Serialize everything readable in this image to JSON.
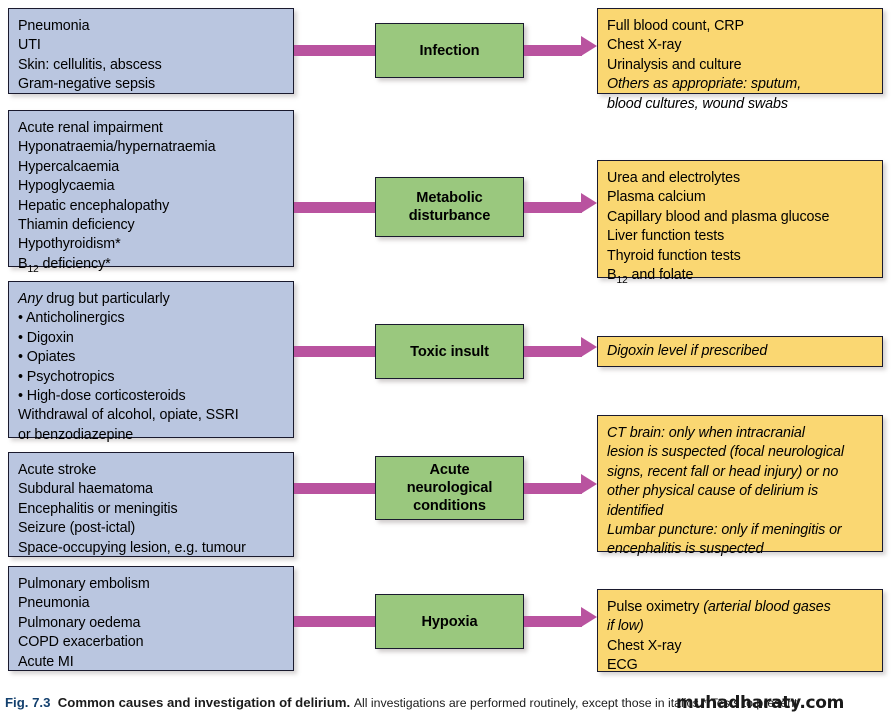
{
  "figure": {
    "rows": [
      {
        "id": "infection",
        "category": "Infection",
        "category_lines": [
          "Infection"
        ],
        "causes": [
          {
            "text": "Pneumonia",
            "italic": false
          },
          {
            "text": "UTI",
            "italic": false
          },
          {
            "text": "Skin: cellulitis, abscess",
            "italic": false
          },
          {
            "text": "Gram-negative sepsis",
            "italic": false
          }
        ],
        "tests": [
          {
            "text": "Full blood count, CRP",
            "italic": false
          },
          {
            "text": "Chest X-ray",
            "italic": false
          },
          {
            "text": "Urinalysis and culture",
            "italic": false
          },
          {
            "text": "Others as appropriate: sputum,",
            "italic": true
          },
          {
            "text": "blood cultures, wound swabs",
            "italic": true
          }
        ]
      },
      {
        "id": "metabolic-disturbance",
        "category": "Metabolic disturbance",
        "category_lines": [
          "Metabolic",
          "disturbance"
        ],
        "causes": [
          {
            "text": "Acute renal impairment",
            "italic": false
          },
          {
            "text": "Hyponatraemia/hypernatraemia",
            "italic": false
          },
          {
            "text": "Hypercalcaemia",
            "italic": false
          },
          {
            "text": "Hypoglycaemia",
            "italic": false
          },
          {
            "text": "Hepatic encephalopathy",
            "italic": false
          },
          {
            "text": "Thiamin deficiency",
            "italic": false
          },
          {
            "text": "Hypothyroidism*",
            "italic": false
          },
          {
            "text": "B12 deficiency*",
            "italic": false,
            "subscript": "12",
            "prefix": "B",
            "suffix": " deficiency*"
          }
        ],
        "tests": [
          {
            "text": "Urea and electrolytes",
            "italic": false
          },
          {
            "text": "Plasma calcium",
            "italic": false
          },
          {
            "text": "Capillary blood and plasma glucose",
            "italic": false
          },
          {
            "text": "Liver function tests",
            "italic": false
          },
          {
            "text": "Thyroid function tests",
            "italic": false
          },
          {
            "text": "B12 and folate",
            "italic": false,
            "subscript": "12",
            "prefix": "B",
            "suffix": " and folate"
          }
        ]
      },
      {
        "id": "toxic-insult",
        "category": "Toxic insult",
        "category_lines": [
          "Toxic insult"
        ],
        "causes": [
          {
            "text": "Any drug but particularly",
            "italic": false,
            "italic_prefix": "Any",
            "rest": " drug but particularly"
          },
          {
            "text": "• Anticholinergics",
            "italic": false
          },
          {
            "text": "• Digoxin",
            "italic": false
          },
          {
            "text": "• Opiates",
            "italic": false
          },
          {
            "text": "• Psychotropics",
            "italic": false
          },
          {
            "text": "• High-dose corticosteroids",
            "italic": false
          },
          {
            "text": "Withdrawal of alcohol, opiate, SSRI",
            "italic": false
          },
          {
            "text": "or benzodiazepine",
            "italic": false
          }
        ],
        "tests": [
          {
            "text": "Digoxin level if prescribed",
            "italic": true
          }
        ]
      },
      {
        "id": "acute-neurological-conditions",
        "category": "Acute neurological conditions",
        "category_lines": [
          "Acute",
          "neurological",
          "conditions"
        ],
        "causes": [
          {
            "text": "Acute stroke",
            "italic": false
          },
          {
            "text": "Subdural haematoma",
            "italic": false
          },
          {
            "text": "Encephalitis or meningitis",
            "italic": false
          },
          {
            "text": "Seizure (post-ictal)",
            "italic": false
          },
          {
            "text": "Space-occupying lesion, e.g. tumour",
            "italic": false
          }
        ],
        "tests": [
          {
            "text": "CT brain: only when intracranial",
            "italic": true
          },
          {
            "text": "lesion is suspected (focal neurological",
            "italic": true
          },
          {
            "text": "signs, recent fall or head injury) or no",
            "italic": true
          },
          {
            "text": "other physical cause of delirium is",
            "italic": true
          },
          {
            "text": "identified",
            "italic": true
          },
          {
            "text": "Lumbar puncture: only if meningitis or",
            "italic": true
          },
          {
            "text": "encephalitis is suspected",
            "italic": true
          }
        ]
      },
      {
        "id": "hypoxia",
        "category": "Hypoxia",
        "category_lines": [
          "Hypoxia"
        ],
        "causes": [
          {
            "text": "Pulmonary embolism",
            "italic": false
          },
          {
            "text": "Pneumonia",
            "italic": false
          },
          {
            "text": "Pulmonary oedema",
            "italic": false
          },
          {
            "text": "COPD exacerbation",
            "italic": false
          },
          {
            "text": "Acute MI",
            "italic": false
          }
        ],
        "tests": [
          {
            "text": "Pulse oximetry (arterial blood gases",
            "italic": false,
            "roman_prefix": "Pulse oximetry ",
            "italic_rest": "(arterial blood gases"
          },
          {
            "text": "if low)",
            "italic": true
          },
          {
            "text": "Chest X-ray",
            "italic": false
          },
          {
            "text": "ECG",
            "italic": false
          }
        ]
      }
    ]
  },
  "caption": {
    "figure_number": "Fig. 7.3",
    "title": "Common causes and investigation of delirium.",
    "note": "All investigations are performed routinely, except those in italics.",
    "footnote_marker": "*",
    "footnote_partial": "Tests to present"
  },
  "watermark": {
    "text": "muhadharaty.com"
  },
  "colors": {
    "cause_box_fill": "#bac6e0",
    "test_box_fill": "#fad772",
    "category_box_fill": "#9ac87e",
    "arrow": "#b9539f",
    "box_border": "#1a1a2e",
    "caption_accent": "#13406e"
  }
}
